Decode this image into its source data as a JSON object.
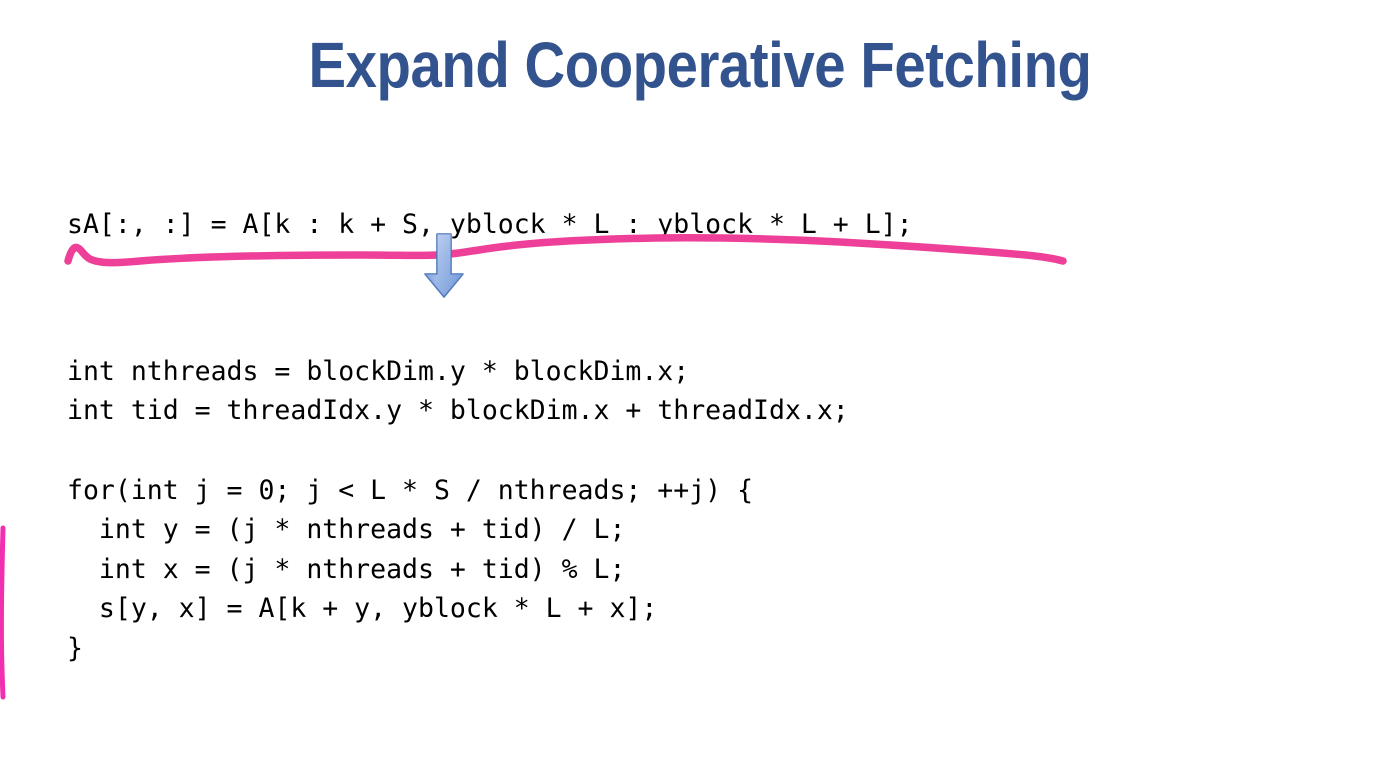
{
  "slide": {
    "title": "Expand Cooperative Fetching",
    "title_color": "#33538E",
    "background_color": "#FFFFFF"
  },
  "code": {
    "before": "sA[:, :] = A[k : k + S, yblock * L : yblock * L + L];",
    "after_setup": "int nthreads = blockDim.y * blockDim.x;\nint tid = threadIdx.y * blockDim.x + threadIdx.x;",
    "after_loop": "for(int j = 0; j < L * S / nthreads; ++j) {\n  int y = (j * nthreads + tid) / L;\n  int x = (j * nthreads + tid) % L;\n  s[y, x] = A[k + y, yblock * L + x];\n}",
    "text_color": "#000000"
  },
  "annotations": {
    "underline": {
      "name": "pink-underline-stroke",
      "color": "#EE4098"
    },
    "edge_mark": {
      "name": "pink-left-edge-stroke",
      "color": "#F030B0"
    },
    "arrow": {
      "name": "blue-down-arrow",
      "fill_light": "#AFC6EC",
      "fill_dark": "#6B93D6",
      "outline": "#4A72B8"
    }
  }
}
